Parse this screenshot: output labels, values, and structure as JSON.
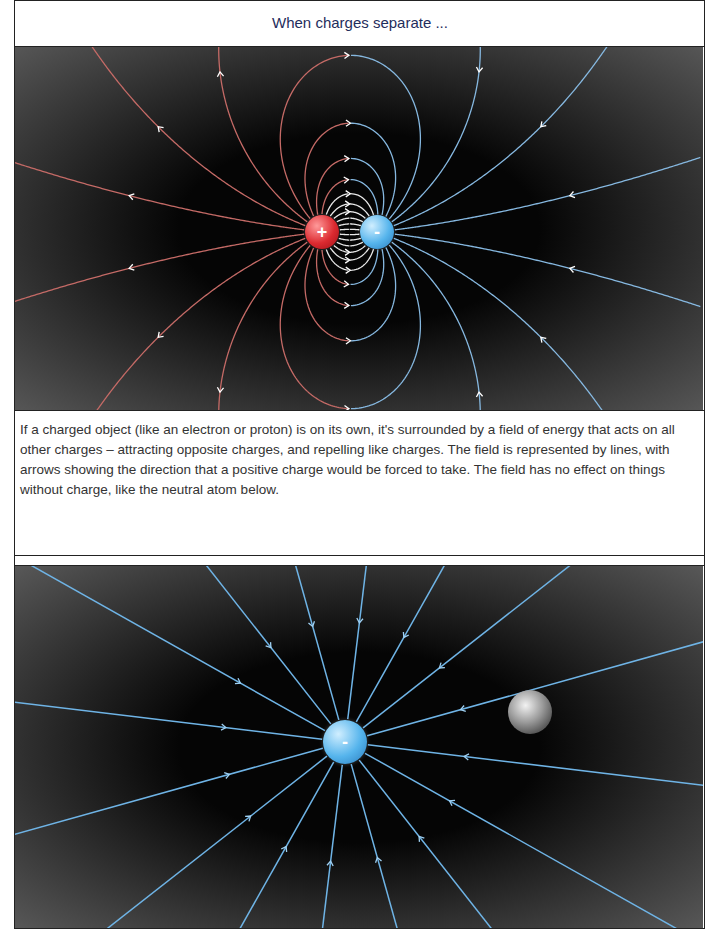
{
  "diagram": {
    "title": "When charges separate ...",
    "caption": "If a charged object (like an electron or proton) is on its own, it's surrounded by a field of energy that acts on all other charges – attracting opposite charges, and repelling like charges. The field is represented by lines, with arrows showing the direction that a positive charge would be forced to take. The field has no effect on things without charge, like the neutral atom below.",
    "nodes": [
      {
        "text": [
          "+"
        ]
      },
      {
        "text": [
          "-"
        ]
      },
      {
        "text": [
          "-"
        ]
      }
    ]
  }
}
